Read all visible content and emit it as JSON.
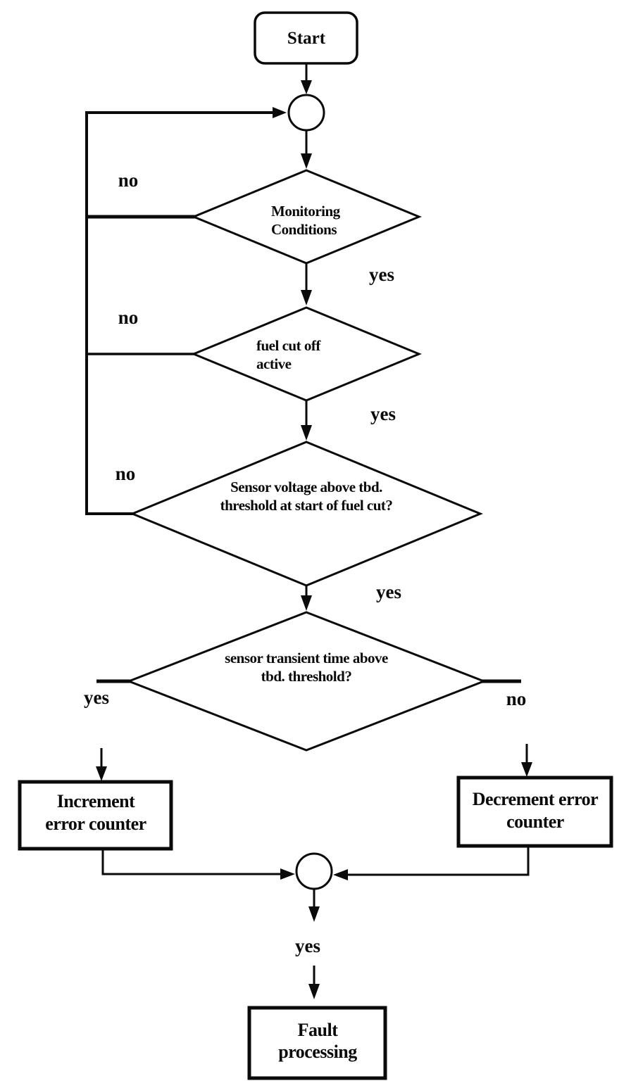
{
  "colors": {
    "ink": "#0a0a0a",
    "background": "#ffffff"
  },
  "flowchart": {
    "start": {
      "label": "Start"
    },
    "decisions": [
      {
        "id": "monitoring-conditions",
        "line1": "Monitoring",
        "line2": "Conditions",
        "no_label": "no",
        "yes_label": "yes"
      },
      {
        "id": "fuel-cut-off-active",
        "line1": "fuel cut off",
        "line2": "active",
        "no_label": "no",
        "yes_label": "yes"
      },
      {
        "id": "sensor-voltage",
        "line1": "Sensor voltage above tbd.",
        "line2": "threshold at start of fuel cut?",
        "no_label": "no",
        "yes_label": "yes"
      },
      {
        "id": "sensor-transient-time",
        "line1": "sensor transient time above",
        "line2": "tbd. threshold?",
        "yes_label": "yes",
        "no_label": "no"
      }
    ],
    "processes": {
      "increment": {
        "line1": "Increment",
        "line2": "error counter"
      },
      "decrement": {
        "line1": "Decrement error",
        "line2": "counter"
      },
      "fault": {
        "line1": "Fault",
        "line2": "processing"
      }
    },
    "merge_label": "yes"
  }
}
